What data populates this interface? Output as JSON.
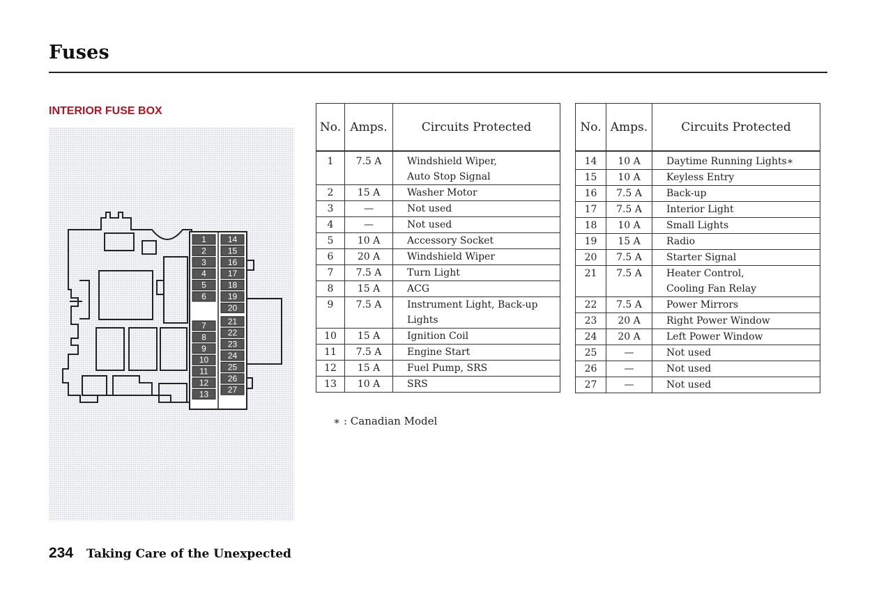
{
  "page": {
    "title": "Fuses",
    "section_heading": "INTERIOR FUSE BOX",
    "footnote": "∗ : Canadian Model",
    "page_number": "234",
    "page_section": "Taking Care of the Unexpected"
  },
  "colors": {
    "heading_red": "#b51320",
    "fuse_fill": "#555555"
  },
  "diagram": {
    "left_column": [
      "1",
      "2",
      "3",
      "4",
      "5",
      "6",
      "7",
      "8",
      "9",
      "10",
      "11",
      "12",
      "13"
    ],
    "right_column": [
      "14",
      "15",
      "16",
      "17",
      "18",
      "19",
      "20",
      "21",
      "22",
      "23",
      "24",
      "25",
      "26",
      "27"
    ]
  },
  "tables": {
    "headers": {
      "no": "No.",
      "amps": "Amps.",
      "circuits": "Circuits Protected"
    },
    "left_no_header": "No.",
    "left": [
      {
        "no": "1",
        "amps": "7.5 A",
        "lines": [
          "Windshield Wiper,",
          "Auto Stop Signal"
        ]
      },
      {
        "no": "2",
        "amps": "15 A",
        "lines": [
          "Washer Motor"
        ]
      },
      {
        "no": "3",
        "amps": "—",
        "lines": [
          "Not used"
        ]
      },
      {
        "no": "4",
        "amps": "—",
        "lines": [
          "Not used"
        ]
      },
      {
        "no": "5",
        "amps": "10 A",
        "lines": [
          "Accessory Socket"
        ]
      },
      {
        "no": "6",
        "amps": "20 A",
        "lines": [
          "Windshield Wiper"
        ]
      },
      {
        "no": "7",
        "amps": "7.5 A",
        "lines": [
          "Turn Light"
        ]
      },
      {
        "no": "8",
        "amps": "15 A",
        "lines": [
          "ACG"
        ]
      },
      {
        "no": "9",
        "amps": "7.5 A",
        "lines": [
          "Instrument Light, Back-up",
          "Lights"
        ]
      },
      {
        "no": "10",
        "amps": "15 A",
        "lines": [
          "Ignition Coil"
        ]
      },
      {
        "no": "11",
        "amps": "7.5 A",
        "lines": [
          "Engine Start"
        ]
      },
      {
        "no": "12",
        "amps": "15 A",
        "lines": [
          "Fuel Pump, SRS"
        ]
      },
      {
        "no": "13",
        "amps": "10 A",
        "lines": [
          "SRS"
        ]
      }
    ],
    "right": [
      {
        "no": "14",
        "amps": "10 A",
        "lines": [
          "Daytime Running Lights∗"
        ]
      },
      {
        "no": "15",
        "amps": "10 A",
        "lines": [
          "Keyless Entry"
        ]
      },
      {
        "no": "16",
        "amps": "7.5 A",
        "lines": [
          "Back-up"
        ]
      },
      {
        "no": "17",
        "amps": "7.5 A",
        "lines": [
          "Interior Light"
        ]
      },
      {
        "no": "18",
        "amps": "10 A",
        "lines": [
          "Small Lights"
        ]
      },
      {
        "no": "19",
        "amps": "15 A",
        "lines": [
          "Radio"
        ]
      },
      {
        "no": "20",
        "amps": "7.5 A",
        "lines": [
          "Starter Signal"
        ]
      },
      {
        "no": "21",
        "amps": "7.5 A",
        "lines": [
          "Heater Control,",
          "Cooling Fan Relay"
        ]
      },
      {
        "no": "22",
        "amps": "7.5 A",
        "lines": [
          "Power Mirrors"
        ]
      },
      {
        "no": "23",
        "amps": "20 A",
        "lines": [
          "Right Power Window"
        ]
      },
      {
        "no": "24",
        "amps": "20 A",
        "lines": [
          "Left Power Window"
        ]
      },
      {
        "no": "25",
        "amps": "—",
        "lines": [
          "Not used"
        ]
      },
      {
        "no": "26",
        "amps": "—",
        "lines": [
          "Not used"
        ]
      },
      {
        "no": "27",
        "amps": "—",
        "lines": [
          "Not used"
        ]
      }
    ]
  }
}
